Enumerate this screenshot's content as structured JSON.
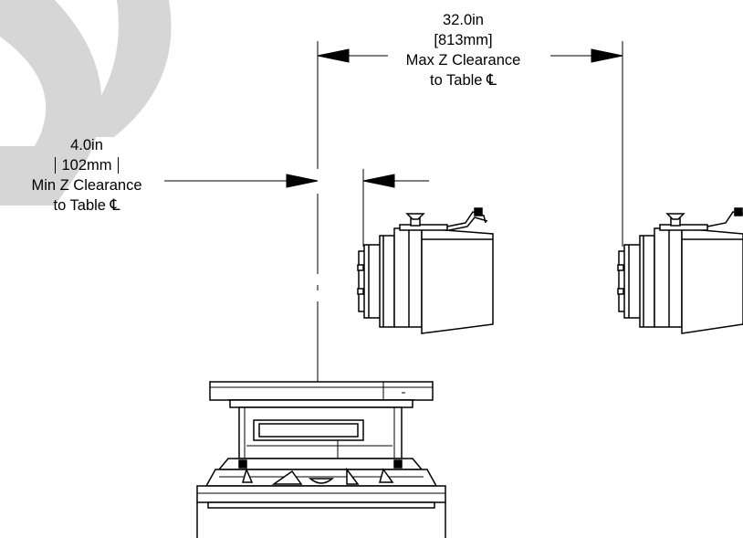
{
  "max_clearance": {
    "imperial": "32.0in",
    "metric": "[813mm]",
    "line1": "Max Z Clearance",
    "line2": "to Table",
    "centerline_symbol": "℄"
  },
  "min_clearance": {
    "imperial": "4.0in",
    "metric": "102mm",
    "line1": "Min Z Clearance",
    "line2": "to Table",
    "centerline_symbol": "℄"
  },
  "colors": {
    "line": "#000000",
    "watermark": "#cfcfcf",
    "background": "#ffffff"
  }
}
